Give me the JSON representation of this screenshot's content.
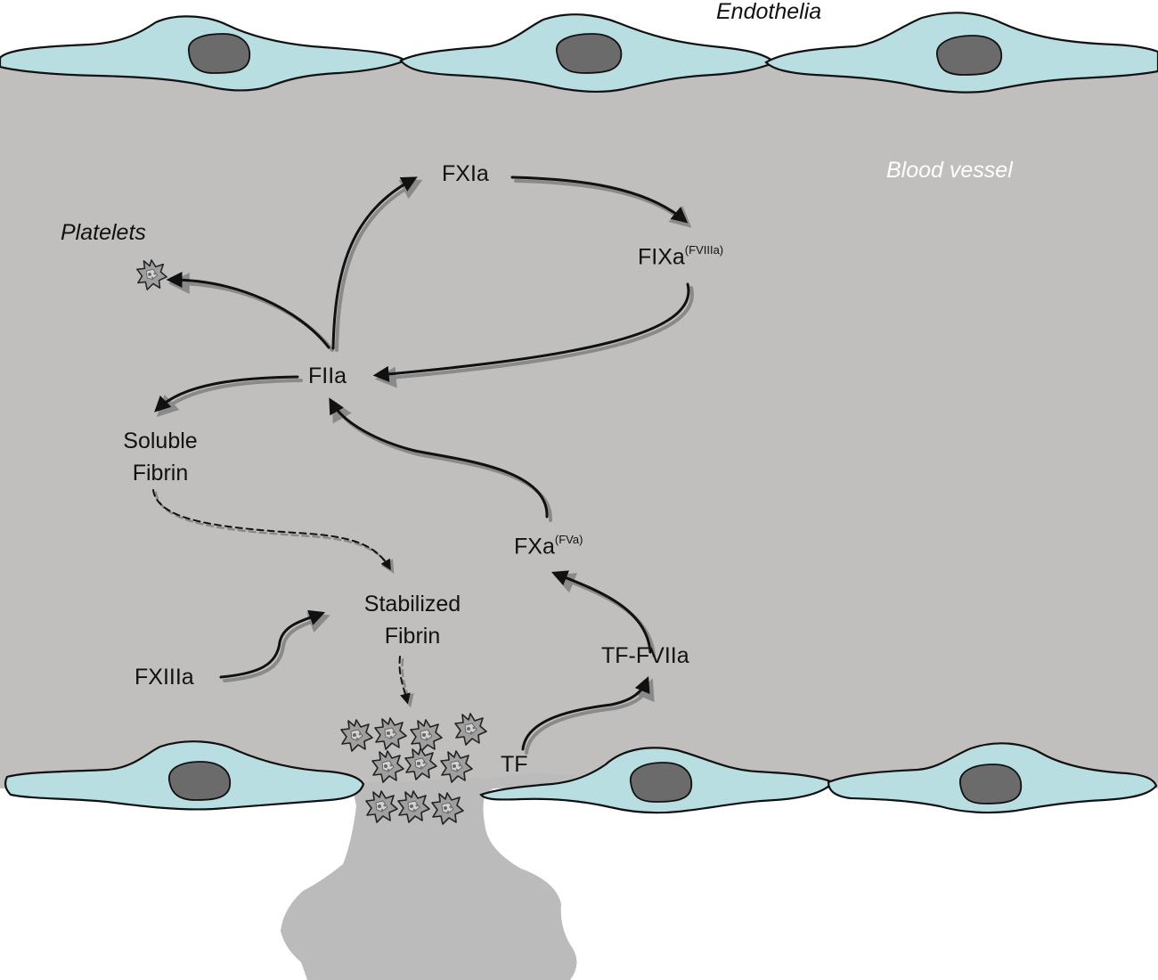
{
  "labels": {
    "endothelia": "Endothelia",
    "blood_vessel": "Blood vessel",
    "platelets": "Platelets",
    "fxia": "FXIa",
    "fixa_main": "FIXa",
    "fixa_sup": "(FVIIIa)",
    "fiia": "FIIa",
    "soluble_fibrin_1": "Soluble",
    "soluble_fibrin_2": "Fibrin",
    "stabilized_fibrin_1": "Stabilized",
    "stabilized_fibrin_2": "Fibrin",
    "fxiiia": "FXIIIa",
    "fxa_main": "FXa",
    "fxa_sup": "(FVa)",
    "tf_fviia": "TF-FVIIa",
    "tf": "TF"
  },
  "colors": {
    "vessel_fill": "#c0bfbe",
    "endothelial_cell": "#b9dee2",
    "nucleus": "#6b6b6b",
    "outline": "#111111",
    "arrow": "#111111",
    "arrow_shadow": "#8a8a8a",
    "platelet": "#a9a9a9"
  },
  "icons": {
    "platelet": "platelet-icon",
    "endothelial_cell": "endothelial-cell-icon"
  }
}
